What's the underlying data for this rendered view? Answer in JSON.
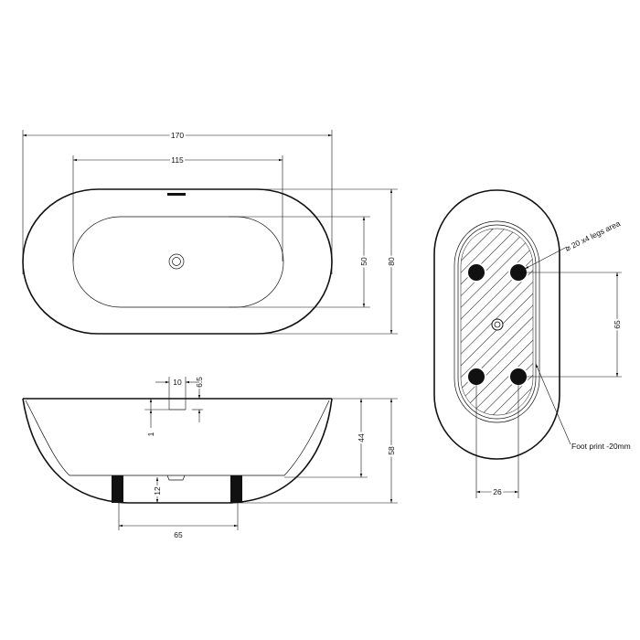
{
  "drawing": {
    "top_view": {
      "length_overall": "170",
      "basin_length": "115",
      "basin_width": "50",
      "width_overall": "80"
    },
    "side_view": {
      "overflow_width": "10",
      "overflow_offset": "6.5",
      "overflow_depth": "1",
      "inner_depth": "44",
      "height_overall": "58",
      "leg_height": "12",
      "leg_spacing": "65"
    },
    "bottom_view": {
      "legs_note": "⌀ 20 x4 legs area",
      "leg_spacing_length": "65",
      "leg_spacing_width": "26",
      "footprint_note": "Foot print -20mm"
    },
    "colors": {
      "line": "#111111",
      "background": "#ffffff"
    }
  }
}
